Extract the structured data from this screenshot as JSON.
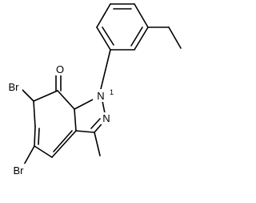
{
  "molecule": {
    "atoms": {
      "carbonyl_oxygen": "O",
      "pyrazole_n1": "N",
      "pyrazole_n2": "N",
      "bromine_top": "Br",
      "bromine_bottom": "Br"
    },
    "locants": {
      "n1": "1"
    }
  },
  "colors": {
    "bond": "#000000",
    "text": "#000000",
    "background": "#ffffff"
  }
}
